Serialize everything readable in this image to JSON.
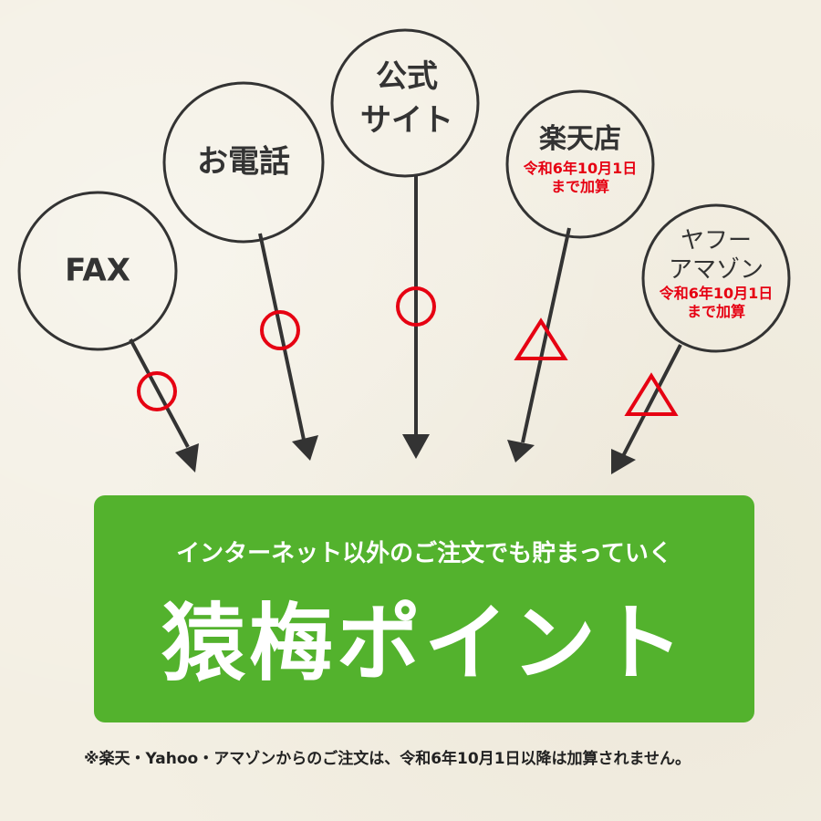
{
  "colors": {
    "background": "#f3efe3",
    "line": "#333333",
    "mark_red": "#e60012",
    "green": "#53b22d",
    "text_white": "#ffffff"
  },
  "channels": [
    {
      "id": "fax",
      "label_lines": [
        "FAX"
      ],
      "note_lines": [],
      "mark": "circle",
      "mark_meaning": "○"
    },
    {
      "id": "phone",
      "label_lines": [
        "お電話"
      ],
      "note_lines": [],
      "mark": "circle",
      "mark_meaning": "○"
    },
    {
      "id": "official-site",
      "label_lines": [
        "公式",
        "サイト"
      ],
      "note_lines": [],
      "mark": "circle",
      "mark_meaning": "○"
    },
    {
      "id": "rakuten",
      "label_lines": [
        "楽天店"
      ],
      "note_lines": [
        "令和6年10月1日",
        "まで加算"
      ],
      "mark": "triangle",
      "mark_meaning": "△"
    },
    {
      "id": "yahoo-amazon",
      "label_lines": [
        "ヤフー",
        "アマゾン"
      ],
      "note_lines": [
        "令和6年10月1日",
        "まで加算"
      ],
      "mark": "triangle",
      "mark_meaning": "△"
    }
  ],
  "banner": {
    "subtitle": "インターネット以外のご注文でも貯まっていく",
    "title": "猿梅ポイント"
  },
  "footnote": "※楽天・Yahoo・アマゾンからのご注文は、令和6年10月1日以降は加算されません。"
}
